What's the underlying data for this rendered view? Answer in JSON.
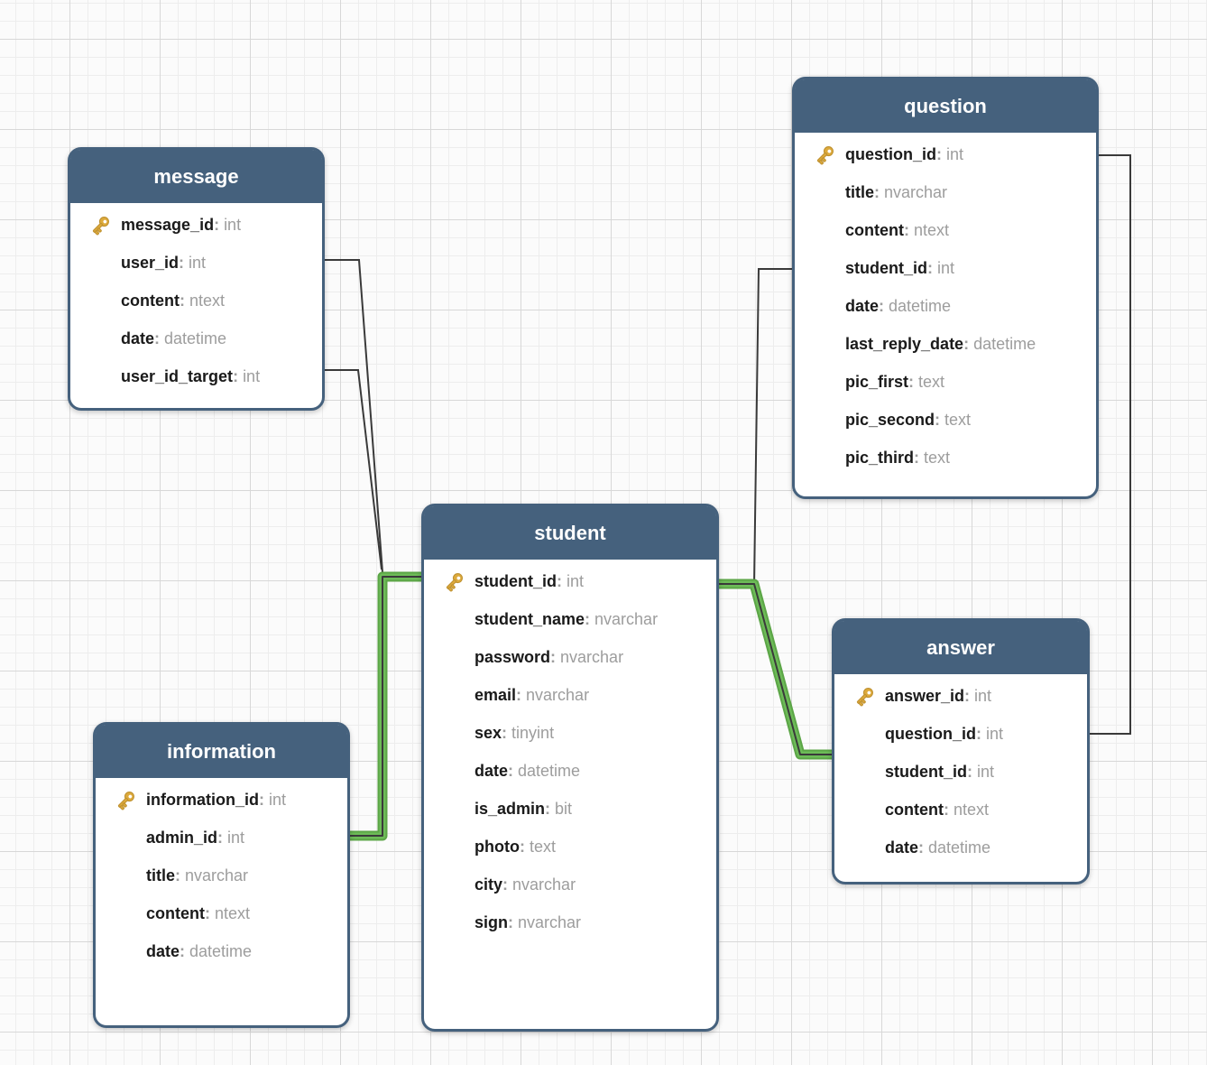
{
  "ui": {
    "separator": ":",
    "colors": {
      "header": "#45617d",
      "table_border": "#45617d",
      "field_name": "#1a1a1a",
      "field_type": "#9d9d9d",
      "relationship_line": "#3a3a3a",
      "highlight_outer": "#5ba546",
      "highlight_inner": "#6dbb58",
      "key_icon": "#ddaa3c"
    }
  },
  "tables": {
    "message": {
      "title": "message",
      "fields": [
        {
          "name": "message_id",
          "type": "int",
          "pk": true
        },
        {
          "name": "user_id",
          "type": "int",
          "pk": false
        },
        {
          "name": "content",
          "type": "ntext",
          "pk": false
        },
        {
          "name": "date",
          "type": "datetime",
          "pk": false
        },
        {
          "name": "user_id_target",
          "type": "int",
          "pk": false
        }
      ]
    },
    "question": {
      "title": "question",
      "fields": [
        {
          "name": "question_id",
          "type": "int",
          "pk": true
        },
        {
          "name": "title",
          "type": "nvarchar",
          "pk": false
        },
        {
          "name": "content",
          "type": "ntext",
          "pk": false
        },
        {
          "name": "student_id",
          "type": "int",
          "pk": false
        },
        {
          "name": "date",
          "type": "datetime",
          "pk": false
        },
        {
          "name": "last_reply_date",
          "type": "datetime",
          "pk": false
        },
        {
          "name": "pic_first",
          "type": "text",
          "pk": false
        },
        {
          "name": "pic_second",
          "type": "text",
          "pk": false
        },
        {
          "name": "pic_third",
          "type": "text",
          "pk": false
        }
      ]
    },
    "student": {
      "title": "student",
      "fields": [
        {
          "name": "student_id",
          "type": "int",
          "pk": true
        },
        {
          "name": "student_name",
          "type": "nvarchar",
          "pk": false
        },
        {
          "name": "password",
          "type": "nvarchar",
          "pk": false
        },
        {
          "name": "email",
          "type": "nvarchar",
          "pk": false
        },
        {
          "name": "sex",
          "type": "tinyint",
          "pk": false
        },
        {
          "name": "date",
          "type": "datetime",
          "pk": false
        },
        {
          "name": "is_admin",
          "type": "bit",
          "pk": false
        },
        {
          "name": "photo",
          "type": "text",
          "pk": false
        },
        {
          "name": "city",
          "type": "nvarchar",
          "pk": false
        },
        {
          "name": "sign",
          "type": "nvarchar",
          "pk": false
        }
      ]
    },
    "information": {
      "title": "information",
      "fields": [
        {
          "name": "information_id",
          "type": "int",
          "pk": true
        },
        {
          "name": "admin_id",
          "type": "int",
          "pk": false
        },
        {
          "name": "title",
          "type": "nvarchar",
          "pk": false
        },
        {
          "name": "content",
          "type": "ntext",
          "pk": false
        },
        {
          "name": "date",
          "type": "datetime",
          "pk": false
        }
      ]
    },
    "answer": {
      "title": "answer",
      "fields": [
        {
          "name": "answer_id",
          "type": "int",
          "pk": true
        },
        {
          "name": "question_id",
          "type": "int",
          "pk": false
        },
        {
          "name": "student_id",
          "type": "int",
          "pk": false
        },
        {
          "name": "content",
          "type": "ntext",
          "pk": false
        },
        {
          "name": "date",
          "type": "datetime",
          "pk": false
        }
      ]
    }
  },
  "relationships": [
    {
      "from": "message.user_id",
      "to": "student.student_id",
      "highlighted": false
    },
    {
      "from": "message.user_id_target",
      "to": "student.student_id",
      "highlighted": false
    },
    {
      "from": "question.student_id",
      "to": "student.student_id",
      "highlighted": false
    },
    {
      "from": "question.question_id",
      "to": "answer.question_id",
      "highlighted": false
    },
    {
      "from": "information.admin_id",
      "to": "student.student_id",
      "highlighted": true
    },
    {
      "from": "student.student_id",
      "to": "answer.student_id",
      "highlighted": true
    }
  ]
}
